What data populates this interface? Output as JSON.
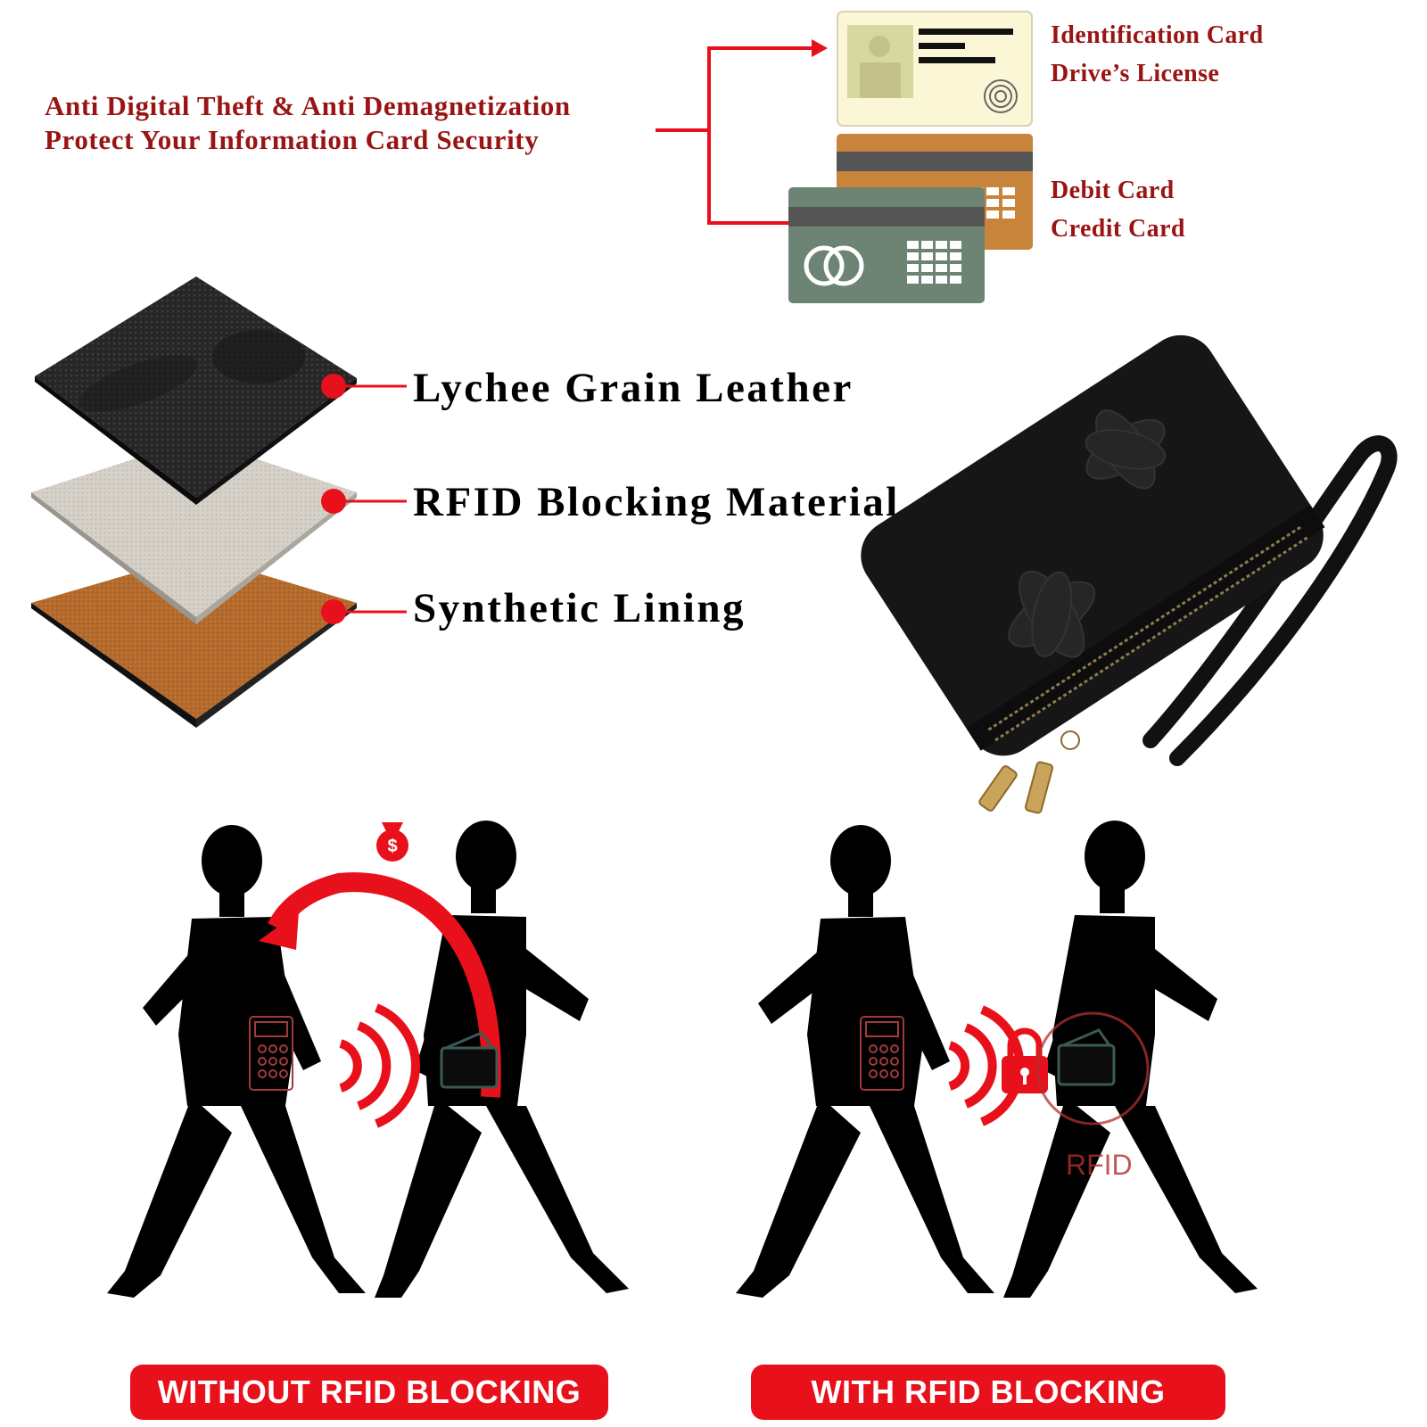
{
  "headline": {
    "line1": "Anti Digital Theft & Anti Demagnetization",
    "line2": "Protect Your Information Card Security"
  },
  "id_cards": {
    "line1": "Identification Card",
    "line2": "Drive’s License"
  },
  "bank_cards": {
    "line1": "Debit Card",
    "line2": "Credit Card"
  },
  "layers": [
    {
      "label": "Lychee Grain Leather"
    },
    {
      "label": "RFID Blocking Material"
    },
    {
      "label": "Synthetic Lining"
    }
  ],
  "scenes": {
    "without": {
      "banner": "WITHOUT RFID BLOCKING"
    },
    "with": {
      "banner": "WITH RFID BLOCKING",
      "stamp": "RFID"
    }
  },
  "icons": [
    "id-card-icon",
    "debit-card-icon",
    "credit-card-icon",
    "money-bag-icon",
    "padlock-icon",
    "wallet-icon",
    "card-reader-icon"
  ],
  "colors": {
    "accent_red": "#e8101a",
    "headline_red": "#9a1414",
    "leather": "#1b1b1b",
    "lining": "#b8692c"
  }
}
